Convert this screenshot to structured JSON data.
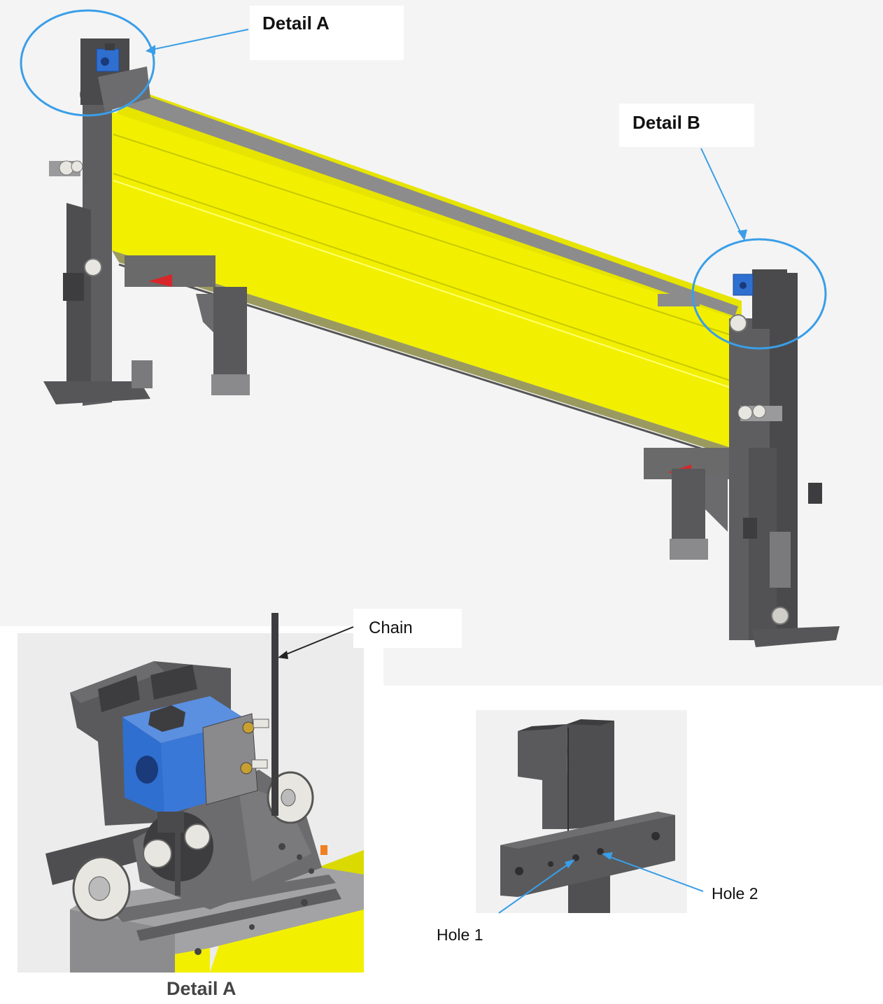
{
  "labels": {
    "detail_a_top": "Detail A",
    "detail_b": "Detail B",
    "chain": "Chain",
    "hole_1": "Hole 1",
    "hole_2": "Hole 2",
    "detail_a_bottom": "Detail A"
  },
  "colors": {
    "panel_yellow": "#f2f000",
    "panel_yellow_shade": "#dada00",
    "frame_dark": "#5a5a5c",
    "frame_mid": "#7a7a7d",
    "frame_light": "#9a9a9c",
    "motor_blue": "#2f6fd0",
    "callout_blue": "#3a9ee8",
    "roller_white": "#e8e6e0",
    "bracket_red": "#d8262a",
    "background_grey": "#f4f4f4"
  }
}
